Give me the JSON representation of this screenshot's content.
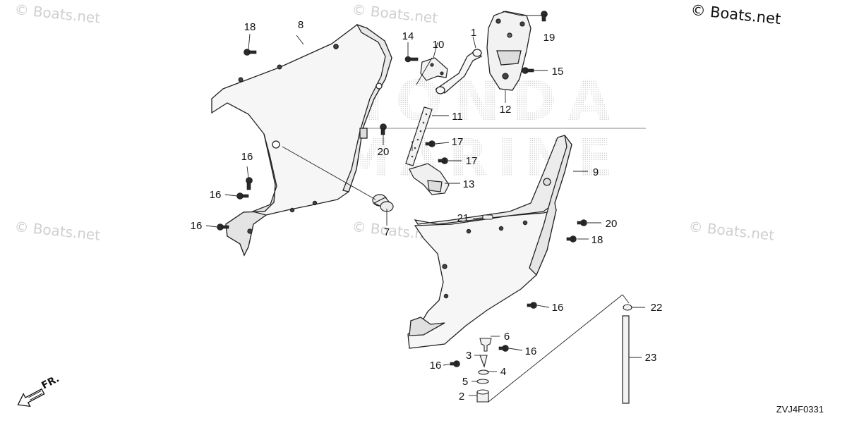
{
  "watermark": {
    "text": "© Boats.net"
  },
  "copyright": "© Boats.net",
  "drawing_code": "ZVJ4F0331",
  "direction": {
    "label": "FR."
  },
  "brand": {
    "line1": "HONDA",
    "line2": "MARINE"
  },
  "callouts": {
    "p1": "1",
    "p2": "2",
    "p3": "3",
    "p4": "4",
    "p5": "5",
    "p6": "6",
    "p7": "7",
    "p8": "8",
    "p9": "9",
    "p10": "10",
    "p11": "11",
    "p12": "12",
    "p13": "13",
    "p14": "14",
    "p15": "15",
    "p16a": "16",
    "p16b": "16",
    "p16c": "16",
    "p16d": "16",
    "p16e": "16",
    "p16f": "16",
    "p17a": "17",
    "p17b": "17",
    "p18a": "18",
    "p18b": "18",
    "p19": "19",
    "p20a": "20",
    "p20b": "20",
    "p21": "21",
    "p22": "22",
    "p23": "23"
  }
}
